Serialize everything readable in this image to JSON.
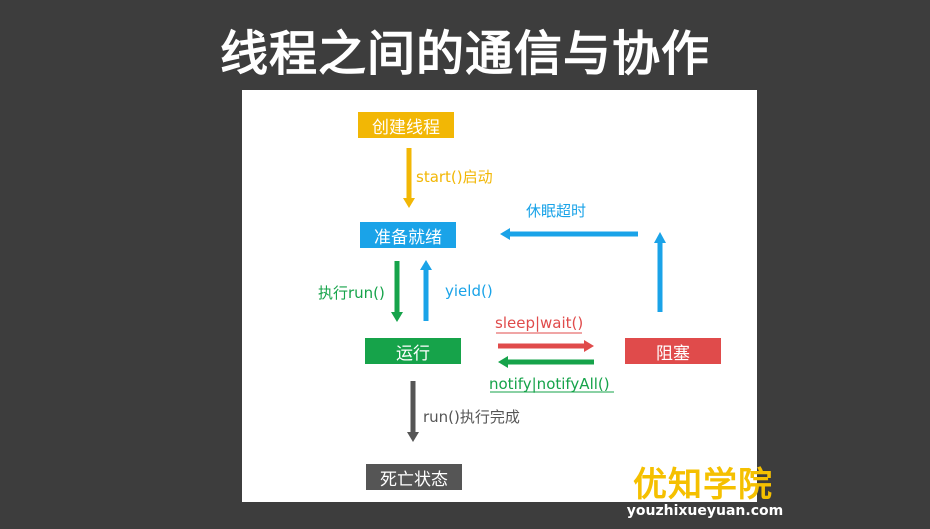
{
  "title": "线程之间的通信与协作",
  "colors": {
    "yellow": "#f2b705",
    "blue": "#1aa3e8",
    "green": "#16a34a",
    "red": "#e04b4b",
    "gray": "#555555"
  },
  "nodes": {
    "create": "创建线程",
    "ready": "准备就绪",
    "running": "运行",
    "blocked": "阻塞",
    "dead": "死亡状态"
  },
  "edges": {
    "start": "start()启动",
    "run": "执行run()",
    "yield": "yield()",
    "sleep_wait": "sleep|wait()",
    "notify": "notify|notifyAll()",
    "timeout": "休眠超时",
    "complete": "run()执行完成"
  },
  "brand": {
    "name": "优知学院",
    "url": "youzhixueyuan.com"
  }
}
